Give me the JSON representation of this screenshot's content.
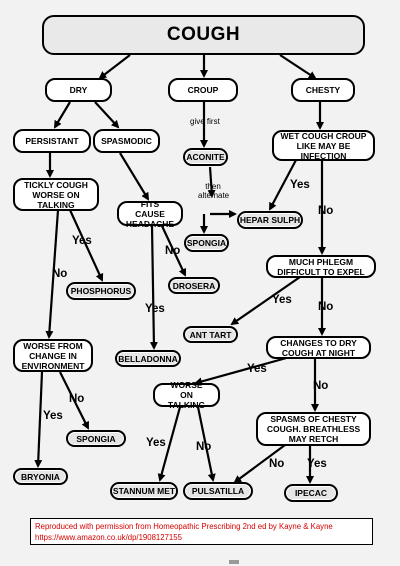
{
  "title": "COUGH",
  "nodes": {
    "dry": "DRY",
    "croup": "CROUP",
    "chesty": "CHESTY",
    "persistant": "PERSISTANT",
    "spasmodic": "SPASMODIC",
    "tickly": "TICKLY COUGH WORSE ON TALKING",
    "fits": "FITS CAUSE HEADACHE",
    "wet": "WET COUGH CROUP LIKE MAY BE INFECTION",
    "phlegm": "MUCH PHLEGM DIFFICULT TO EXPEL",
    "changes": "CHANGES TO DRY COUGH AT NIGHT",
    "worse_change": "WORSE FROM CHANGE IN ENVIRONMENT",
    "worse_talking": "WORSE ON TALKING",
    "spasms": "SPASMS OF CHESTY COUGH. BREATHLESS MAY RETCH"
  },
  "remedies": {
    "aconite": "ACONITE",
    "hepar": "HEPAR SULPH",
    "spongia1": "SPONGIA",
    "phosphorus": "PHOSPHORUS",
    "drosera": "DROSERA",
    "belladonna": "BELLADONNA",
    "ant_tart": "ANT TART",
    "spongia2": "SPONGIA",
    "bryonia": "BRYONIA",
    "stannum": "STANNUM MET",
    "pulsatilla": "PULSATILLA",
    "ipecac": "IPECAC"
  },
  "labels": {
    "give_first": "give first",
    "then_alternate": "then alternate",
    "yes": "Yes",
    "no": "No"
  },
  "credit": {
    "line1": "Reproduced with permission from Homeopathic Prescribing 2nd ed by Kayne & Kayne",
    "line2": "https://www.amazon.co.uk/dp/1908127155"
  }
}
